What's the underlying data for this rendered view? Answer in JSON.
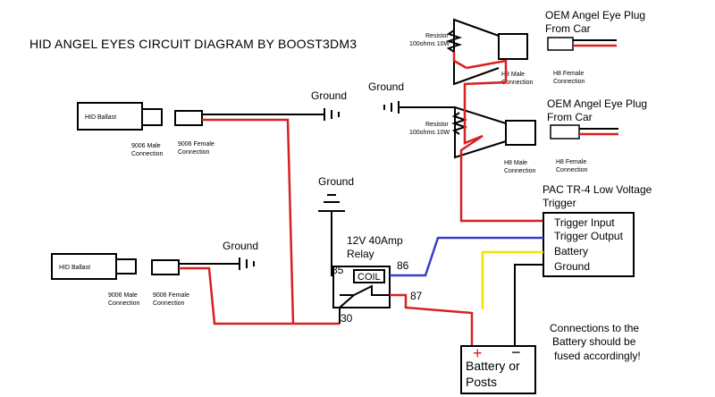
{
  "title": "HID ANGEL EYES CIRCUIT DIAGRAM BY BOOST3DM3",
  "ballasts": [
    {
      "label": "HID Ballast",
      "male": [
        "9006  Male",
        "Connection"
      ],
      "female": [
        "9006 Female",
        "Connection"
      ],
      "ground": "Ground"
    },
    {
      "label": "HID Ballast",
      "male": [
        "9006  Male",
        "Connection"
      ],
      "female": [
        "9006 Female",
        "Connection"
      ],
      "ground": "Ground"
    }
  ],
  "angel_eyes": [
    {
      "resistor": [
        "Resistor",
        "100ohms 10W"
      ],
      "h8_male": [
        "H8 Male",
        "Connection"
      ],
      "h8_female": [
        "H8 Female",
        "Connection"
      ],
      "oem": [
        "OEM Angel Eye Plug",
        "From Car"
      ]
    },
    {
      "resistor": [
        "Resistor",
        "100ohms 10W"
      ],
      "h8_male": [
        "H8 Male",
        "Connection"
      ],
      "h8_female": [
        "H8 Female",
        "Connection"
      ],
      "oem": [
        "OEM Angel Eye Plug",
        "From Car"
      ],
      "ground": "Ground"
    }
  ],
  "relay": {
    "label": [
      "12V 40Amp",
      "Relay"
    ],
    "coil": "COIL",
    "pins": {
      "p85": "85",
      "p86": "86",
      "p87": "87",
      "p30": "30"
    },
    "ground": "Ground"
  },
  "trigger": {
    "label": [
      "PAC TR-4 Low Voltage",
      "Trigger"
    ],
    "rows": [
      "Trigger Input",
      "Trigger Output",
      "Battery",
      "Ground"
    ]
  },
  "battery": {
    "label": [
      "Battery or",
      "Posts"
    ],
    "plus": "+",
    "minus": "−"
  },
  "note": [
    "Connections to the",
    "Battery should be",
    "fused accordingly!"
  ],
  "colors": {
    "power": "#d92020",
    "trigger_signal": "#3a3ec8",
    "battery_feed": "#f2e400",
    "ground": "#000000"
  }
}
